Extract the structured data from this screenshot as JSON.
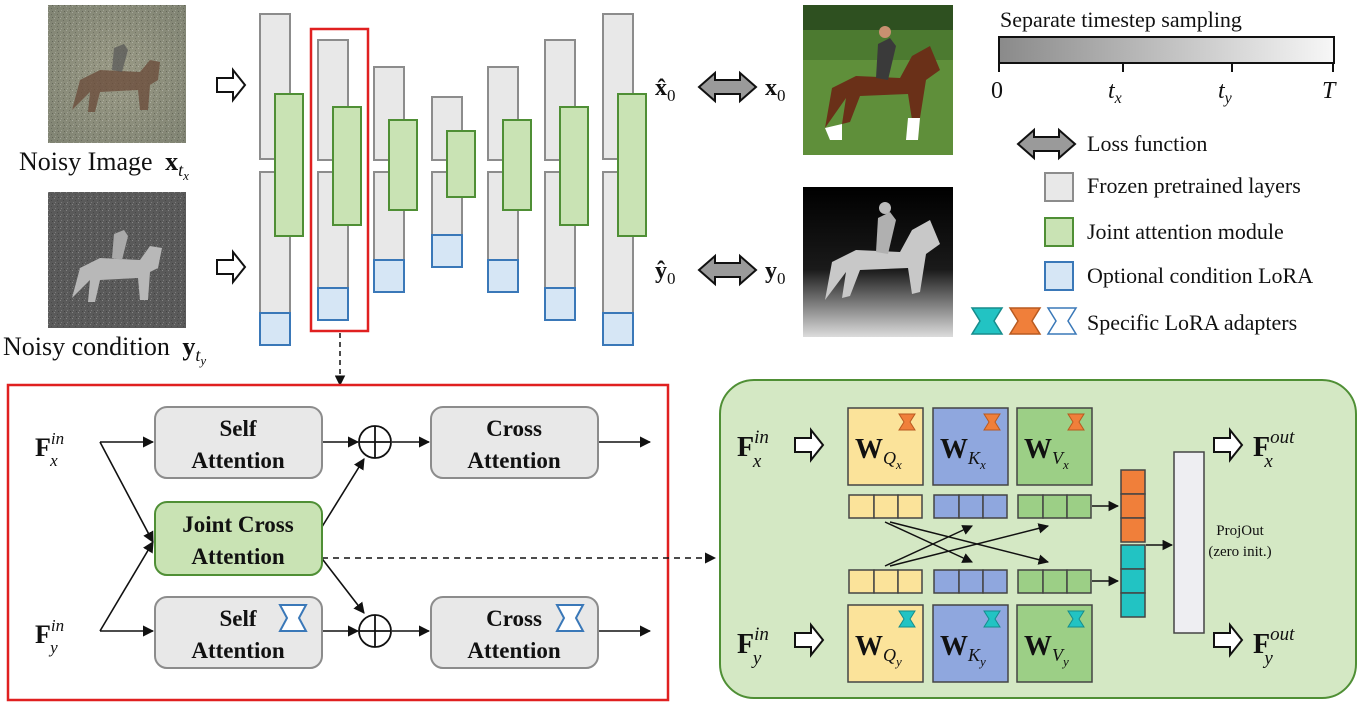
{
  "inputs": {
    "noisy_image_label": "Noisy Image",
    "noisy_image_var": "x",
    "noisy_image_sub": "t",
    "noisy_image_subsub": "x",
    "noisy_condition_label": "Noisy condition",
    "noisy_condition_var": "y",
    "noisy_condition_sub": "t",
    "noisy_condition_subsub": "y"
  },
  "outputs": {
    "x_hat": "x̂",
    "x_hat_sub": "0",
    "x": "x",
    "x_sub": "0",
    "y_hat": "ŷ",
    "y_hat_sub": "0",
    "y": "y",
    "y_sub": "0"
  },
  "timestep": {
    "title": "Separate timestep sampling",
    "ticks": [
      "0",
      "t",
      "t",
      "T"
    ],
    "tick_subs": [
      "",
      "x",
      "y",
      ""
    ]
  },
  "legend": {
    "loss": "Loss function",
    "frozen": "Frozen pretrained layers",
    "joint": "Joint attention module",
    "optional_lora": "Optional condition LoRA",
    "specific_lora": "Specific LoRA adapters"
  },
  "block": {
    "f_x": "F",
    "f_x_sup": "in",
    "f_x_sub": "x",
    "f_y": "F",
    "f_y_sup": "in",
    "f_y_sub": "y",
    "self_attention_1": "Self",
    "self_attention_2": "Attention",
    "cross_attention_1": "Cross",
    "cross_attention_2": "Attention",
    "joint_cross_1": "Joint Cross",
    "joint_cross_2": "Attention"
  },
  "joint_module": {
    "f_in": "F",
    "f_in_sup": "in",
    "f_out": "F",
    "f_out_sup": "out",
    "sub_x": "x",
    "sub_y": "y",
    "w": "W",
    "q": "Q",
    "k": "K",
    "v": "V",
    "projout_1": "ProjOut",
    "projout_2": "(zero init.)"
  },
  "colors": {
    "frozen": "#e8e8e8",
    "frozen_border": "#8c8c8c",
    "joint": "#c9e3b4",
    "joint_border": "#4f8f35",
    "lora": "#d6e6f5",
    "lora_border": "#3a78b8",
    "highlight": "#e02020",
    "query": "#fbe39a",
    "key": "#8fa7de",
    "value": "#9ccf86",
    "module_bg": "#d4e8c4",
    "adapter_teal": "#22c3c3",
    "adapter_orange": "#f07f3a"
  }
}
